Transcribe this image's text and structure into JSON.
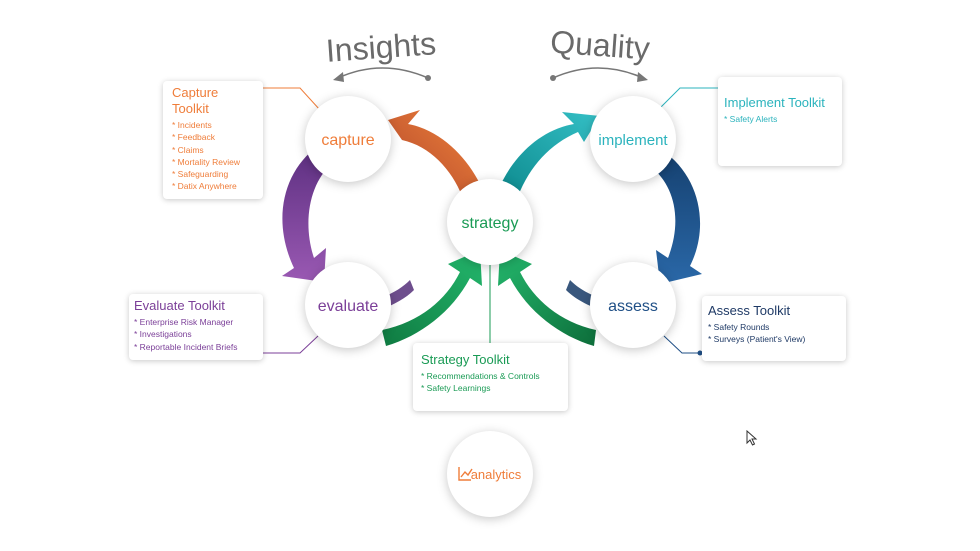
{
  "header": {
    "left_label": "Insights",
    "right_label": "Quality"
  },
  "nodes": {
    "capture": "capture",
    "implement": "implement",
    "strategy": "strategy",
    "evaluate": "evaluate",
    "assess": "assess",
    "analytics": "analytics"
  },
  "cards": {
    "capture": {
      "title_line1": "Capture",
      "title_line2": "Toolkit",
      "items": [
        "Incidents",
        "Feedback",
        "Claims",
        "Mortality Review",
        "Safeguarding",
        "Datix Anywhere"
      ]
    },
    "implement": {
      "title": "Implement Toolkit",
      "items": [
        "Safety Alerts"
      ]
    },
    "evaluate": {
      "title": "Evaluate Toolkit",
      "items": [
        "Enterprise Risk Manager",
        "Investigations",
        "Reportable Incident Briefs"
      ]
    },
    "assess": {
      "title": "Assess Toolkit",
      "items": [
        "Safety Rounds",
        "Surveys (Patient's View)"
      ]
    },
    "strategy": {
      "title": "Strategy Toolkit",
      "items": [
        "Recommendations & Controls",
        "Safety Learnings"
      ]
    }
  },
  "colors": {
    "capture": "#ef7d3a",
    "capture_dark": "#c8532a",
    "evaluate": "#7b3f98",
    "strategy": "#1a9b55",
    "strategy_light": "#22b36a",
    "implement": "#2bb3bd",
    "implement_dark": "#0f8f98",
    "assess": "#1f4f86",
    "assess_dark": "#163a66",
    "header_text": "#6a6a6a",
    "analytics": "#ef7d3a"
  }
}
